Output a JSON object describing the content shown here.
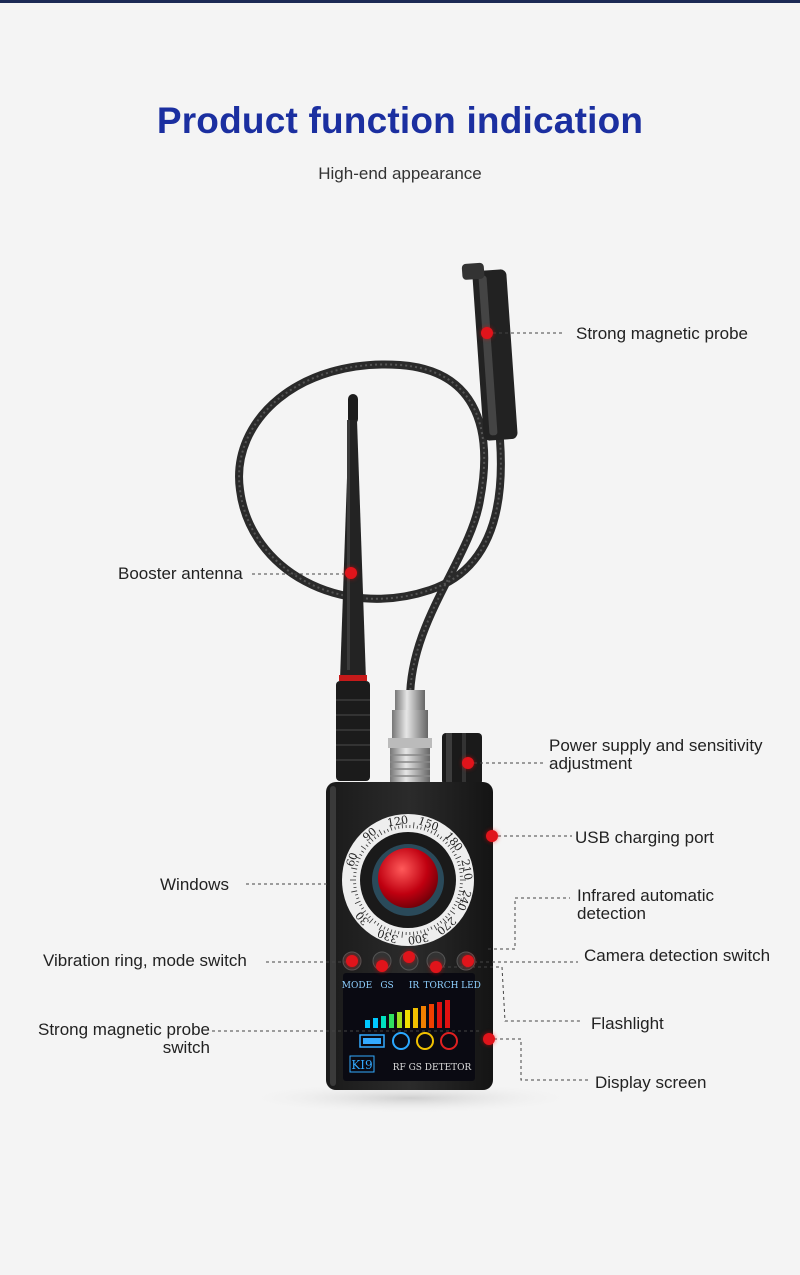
{
  "title": "Product function indication",
  "subtitle": "High-end appearance",
  "colors": {
    "title": "#1b2fa0",
    "hotspot": "#e0141b",
    "background": "#f4f4f4"
  },
  "callouts": {
    "magnetic_probe": "Strong magnetic probe",
    "booster_antenna": "Booster antenna",
    "power_line1": "Power supply and sensitivity",
    "power_line2": "adjustment",
    "usb": "USB charging port",
    "windows": "Windows",
    "infrared_line1": "Infrared automatic",
    "infrared_line2": "detection",
    "vibration": "Vibration ring, mode switch",
    "camera": "Camera detection switch",
    "probe_switch_line1": "Strong magnetic probe",
    "probe_switch_line2": "switch",
    "flashlight": "Flashlight",
    "display": "Display screen"
  },
  "device": {
    "dial_numbers": [
      "60",
      "90",
      "120",
      "150",
      "180",
      "210",
      "240",
      "270",
      "300",
      "330",
      "30"
    ],
    "button_labels": [
      "MODE",
      "GS",
      "IR",
      "TORCH",
      "LED"
    ],
    "screen_brand": "KI9",
    "screen_caption": "RF GS DETETOR"
  }
}
